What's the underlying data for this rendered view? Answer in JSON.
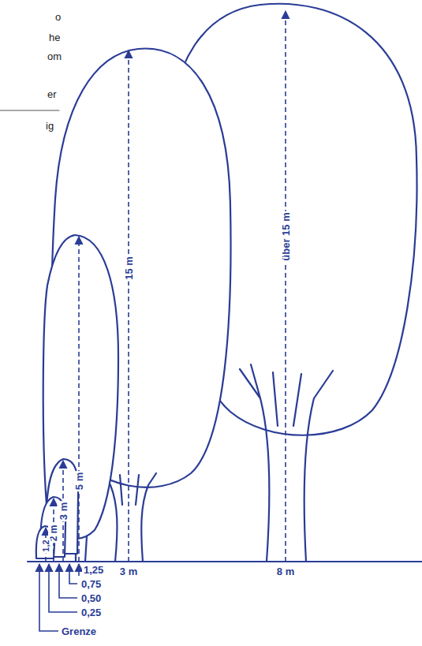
{
  "diagram": {
    "labels": [
      "o",
      "he",
      "om",
      "er",
      "ig",
      "15 m",
      "über 15 m",
      "5 m",
      "3 m",
      "2 m",
      "1,2",
      "1,25",
      "3 m",
      "8 m",
      "0,75",
      "0,50",
      "0,25",
      "Grenze"
    ]
  }
}
